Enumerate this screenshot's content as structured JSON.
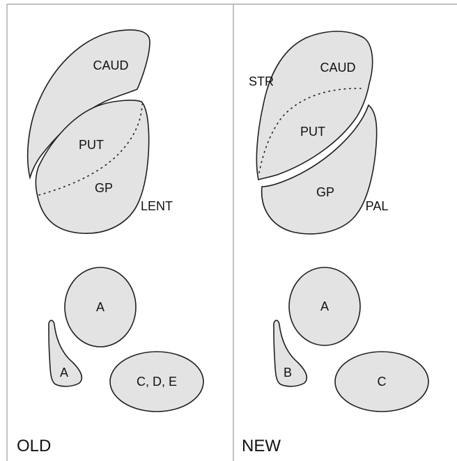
{
  "panels": {
    "old": {
      "title": "OLD",
      "labels": {
        "caud": "CAUD",
        "put": "PUT",
        "gp": "GP",
        "lent": "LENT",
        "upper_a": "A",
        "small_a": "A",
        "cde": "C, D, E"
      }
    },
    "new": {
      "title": "NEW",
      "labels": {
        "str": "STR",
        "caud": "CAUD",
        "put": "PUT",
        "gp": "GP",
        "pal": "PAL",
        "upper_a": "A",
        "small_b": "B",
        "c": "C"
      }
    }
  },
  "colors": {
    "shape_fill": "#e3e3e3",
    "outline": "#1f1f1f",
    "panel_border": "#9a9a9a"
  }
}
